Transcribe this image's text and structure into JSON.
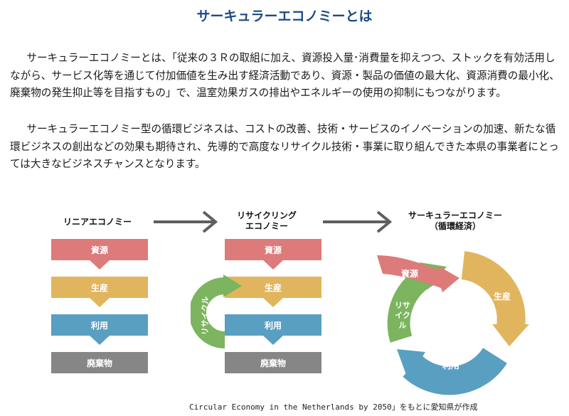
{
  "title": "サーキュラーエコノミーとは",
  "paragraphs": [
    "サーキュラーエコノミーとは、「従来の３Ｒの取組に加え、資源投入量･消費量を抑えつつ、ストックを有効活用しながら、サービス化等を通じて付加価値を生み出す経済活動であり、資源・製品の価値の最大化、資源消費の最小化、廃棄物の発生抑止等を目指すもの」で、温室効果ガスの排出やエネルギーの使用の抑制にもつながります。",
    "サーキュラーエコノミー型の循環ビジネスは、コストの改善、技術・サービスのイノベーションの加速、新たな循環ビジネスの創出などの効果も期待され、先導的で高度なリサイクル技術・事業に取り組んできた本県の事業者にとっては大きなビジネスチャンスとなります。"
  ],
  "diagram": {
    "linear": {
      "label": "リニアエコノミー",
      "steps": [
        "資源",
        "生産",
        "利用",
        "廃棄物"
      ]
    },
    "recycling": {
      "label_line1": "リサイクリング",
      "label_line2": "エコノミー",
      "steps": [
        "資源",
        "生産",
        "利用",
        "廃棄物"
      ],
      "loop_label": "リサイクル"
    },
    "circular": {
      "label_line1": "サーキュラーエコノミー",
      "label_line2": "（循環経済）",
      "arrow_resource": "資源",
      "arrow_production": "生産",
      "arrow_use": "利用",
      "arrow_recycle_line1": "リサ",
      "arrow_recycle_line2": "イク",
      "arrow_recycle_line3": "ル"
    },
    "colors": {
      "resource": "#dd7b7a",
      "production": "#e1b55e",
      "use": "#599fc1",
      "waste": "#868686",
      "recycle": "#7cb45f",
      "connector": "#5e5e5e"
    }
  },
  "caption": "Circular Economy in the Netherlands by 2050」をもとに愛知県が作成"
}
